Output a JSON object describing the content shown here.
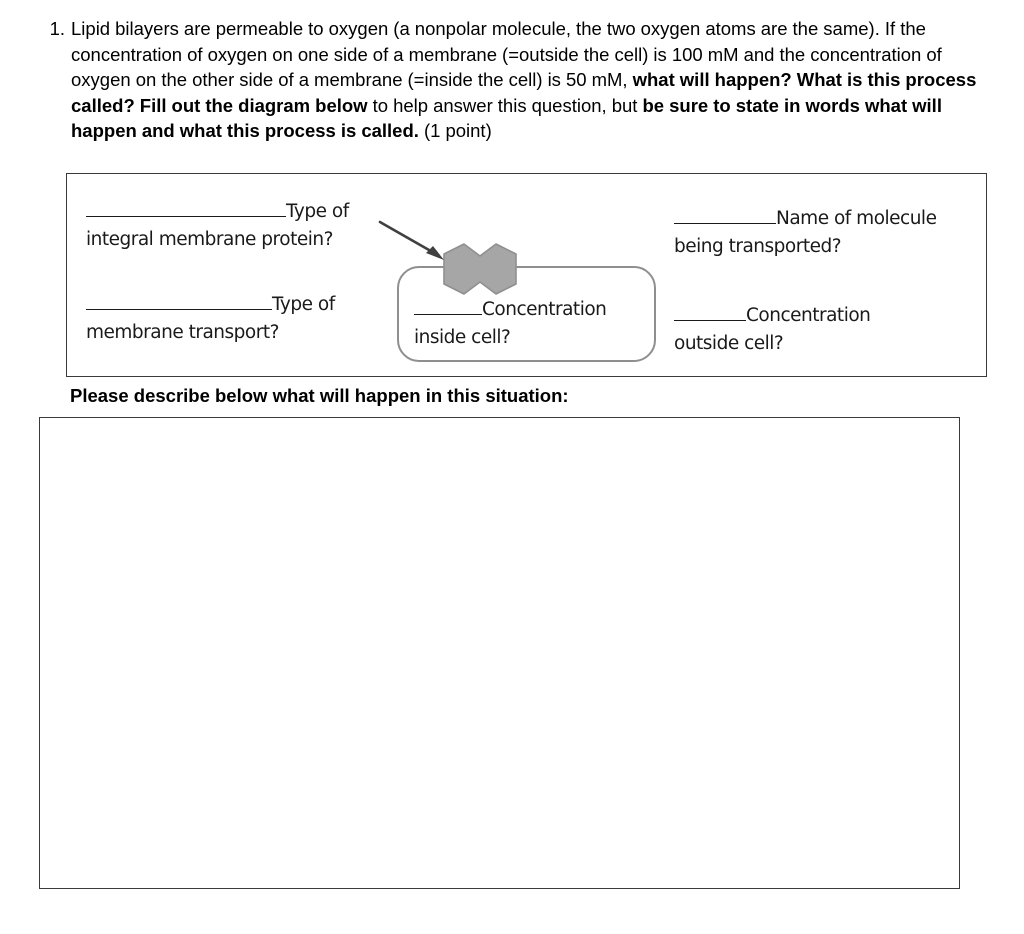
{
  "question": {
    "number": "1.",
    "parts": [
      {
        "text": "Lipid bilayers are permeable to oxygen (a nonpolar molecule, the two oxygen atoms are the same).  If the concentration of oxygen on one side of a membrane (=outside the cell) is 100 mM and the concentration of oxygen on the other side of a membrane (=inside the cell) is 50 mM, ",
        "bold": false
      },
      {
        "text": "what will happen?  What is this process called?  Fill out the diagram below",
        "bold": true
      },
      {
        "text": " to help answer this question, but ",
        "bold": false
      },
      {
        "text": "be sure to state in words what will happen and what this process is called.",
        "bold": true
      },
      {
        "text": " (1 point)",
        "bold": false
      }
    ]
  },
  "diagram": {
    "labels": {
      "protein": {
        "line1": "Type of",
        "line2": "integral membrane protein?",
        "blank_width": 200
      },
      "transport": {
        "line1": "Type of",
        "line2": "membrane transport?",
        "blank_width": 186
      },
      "molecule": {
        "line1": "Name of molecule",
        "line2": "being transported?",
        "blank_width": 102
      },
      "outside": {
        "line1": "Concentration",
        "line2": "outside cell?",
        "blank_width": 72
      },
      "inside": {
        "line1": "Concentration",
        "line2": "inside cell?",
        "blank_width": 68
      }
    },
    "icon_names": {
      "cell": "cell-rounded-rectangle",
      "protein": "membrane-protein-shape",
      "arrow": "pointer-arrow-icon"
    },
    "colors": {
      "protein_fill": "#a6a6a6",
      "protein_stroke": "#8f8f8f",
      "cell_border": "#8f8f8f",
      "box_border": "#3a3a3a",
      "arrow": "#404040",
      "text": "#1a1a1a"
    }
  },
  "prompt": {
    "describe_label": "Please describe below what will happen in this situation:"
  },
  "answer": {
    "value": "",
    "placeholder": ""
  }
}
